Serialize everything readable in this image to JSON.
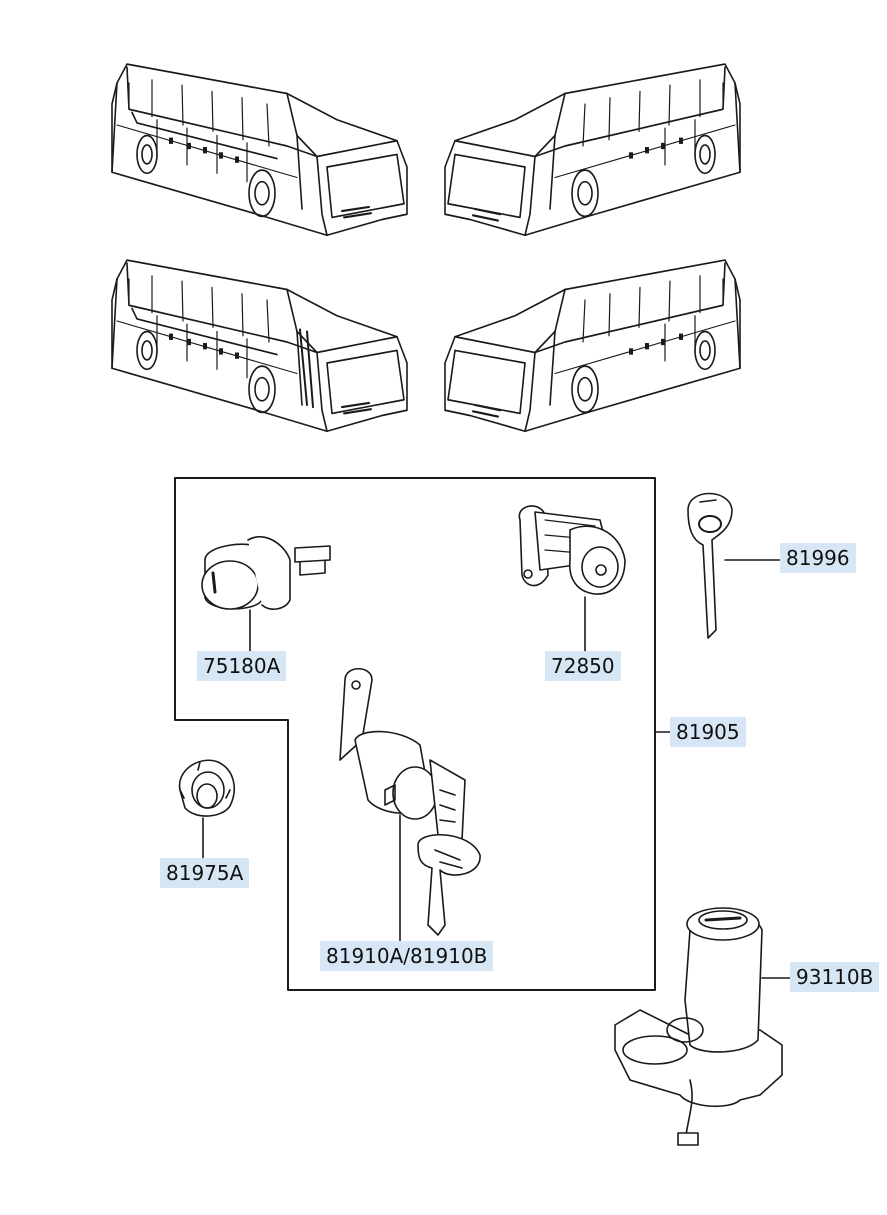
{
  "diagram": {
    "part_labels": [
      {
        "id": "75180A",
        "text": "75180A"
      },
      {
        "id": "72850",
        "text": "72850"
      },
      {
        "id": "81996",
        "text": "81996"
      },
      {
        "id": "81905",
        "text": "81905"
      },
      {
        "id": "81975A",
        "text": "81975A"
      },
      {
        "id": "81910",
        "text": "81910A/81910B"
      },
      {
        "id": "93110B",
        "text": "93110B"
      }
    ],
    "colors": {
      "line": "#1a1a1a",
      "label_bg": "#d6e6f5",
      "fill": "#ffffff"
    },
    "illustrations": [
      "bus-front-left-icon",
      "bus-rear-right-icon",
      "bus-front-left-icon",
      "bus-rear-right-icon",
      "door-lock-cylinder-icon",
      "compartment-lock-icon",
      "key-icon",
      "lock-nut-icon",
      "lock-with-keys-icon",
      "ignition-switch-icon"
    ]
  }
}
